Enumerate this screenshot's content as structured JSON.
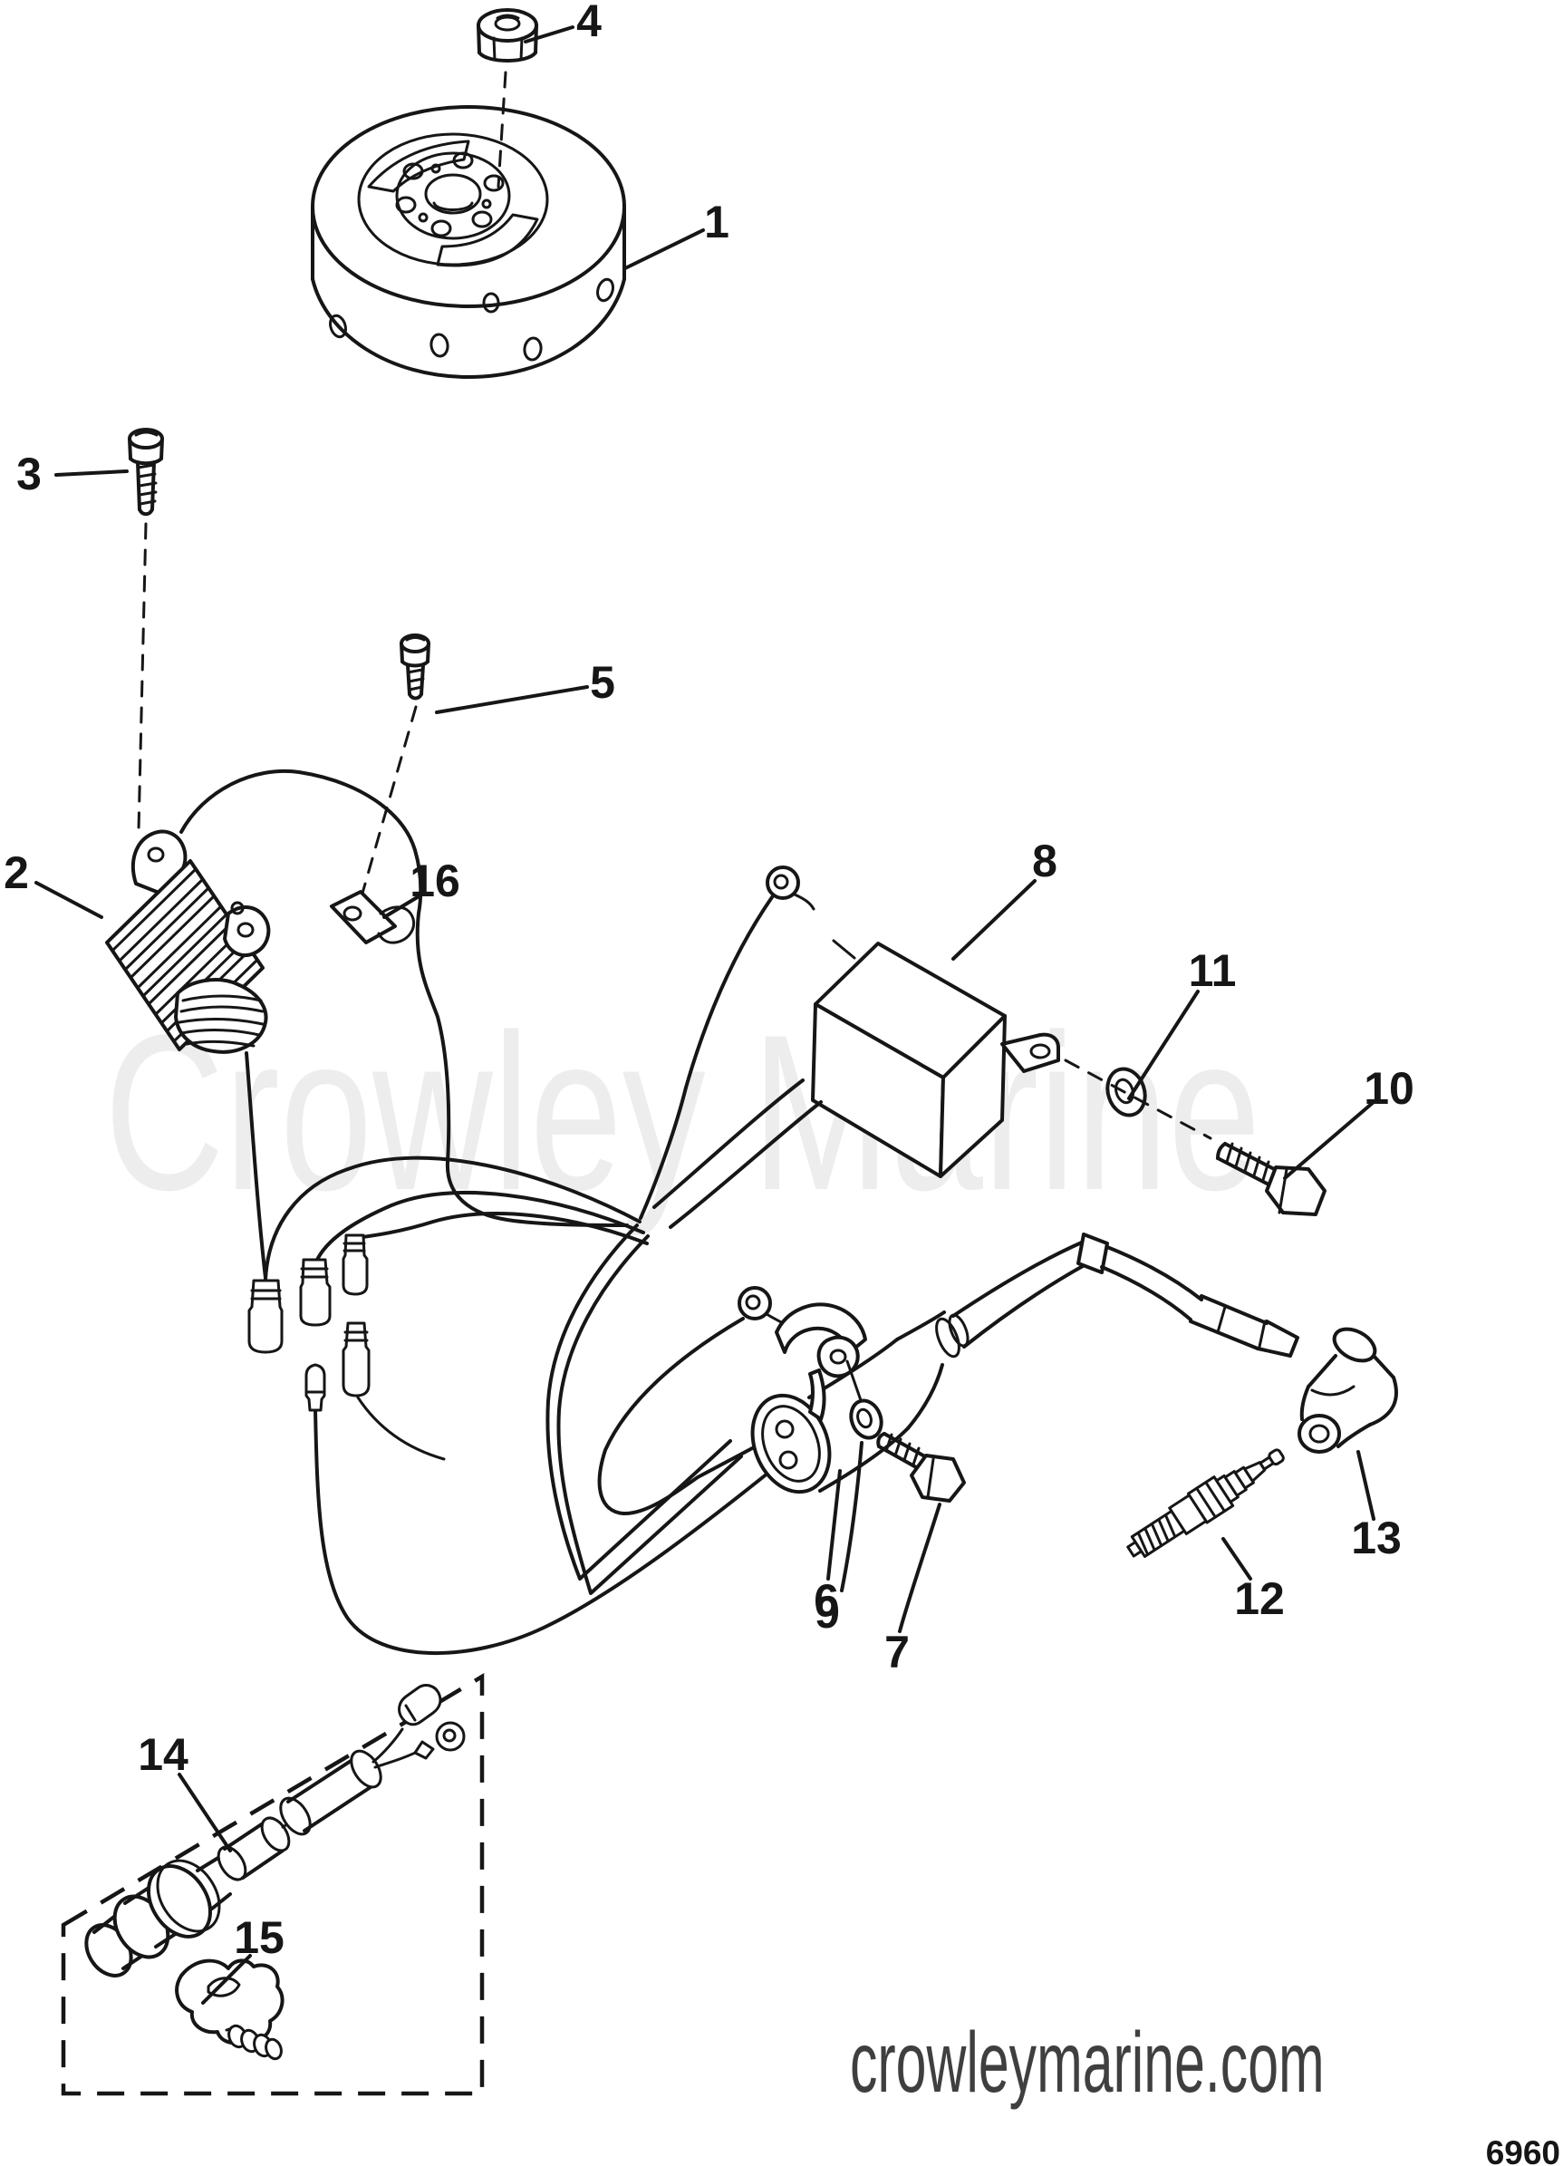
{
  "colors": {
    "ink": "#161616",
    "watermark": "#ededed",
    "footer_text": "#3f3f3f",
    "background": "#ffffff"
  },
  "watermark": "Crowley Marine",
  "footer": {
    "website": "crowleymarine.com",
    "figure_number": "6960"
  },
  "part_labels": [
    "1",
    "2",
    "3",
    "4",
    "5",
    "6",
    "7",
    "8",
    "9",
    "10",
    "11",
    "12",
    "13",
    "14",
    "15",
    "16"
  ]
}
